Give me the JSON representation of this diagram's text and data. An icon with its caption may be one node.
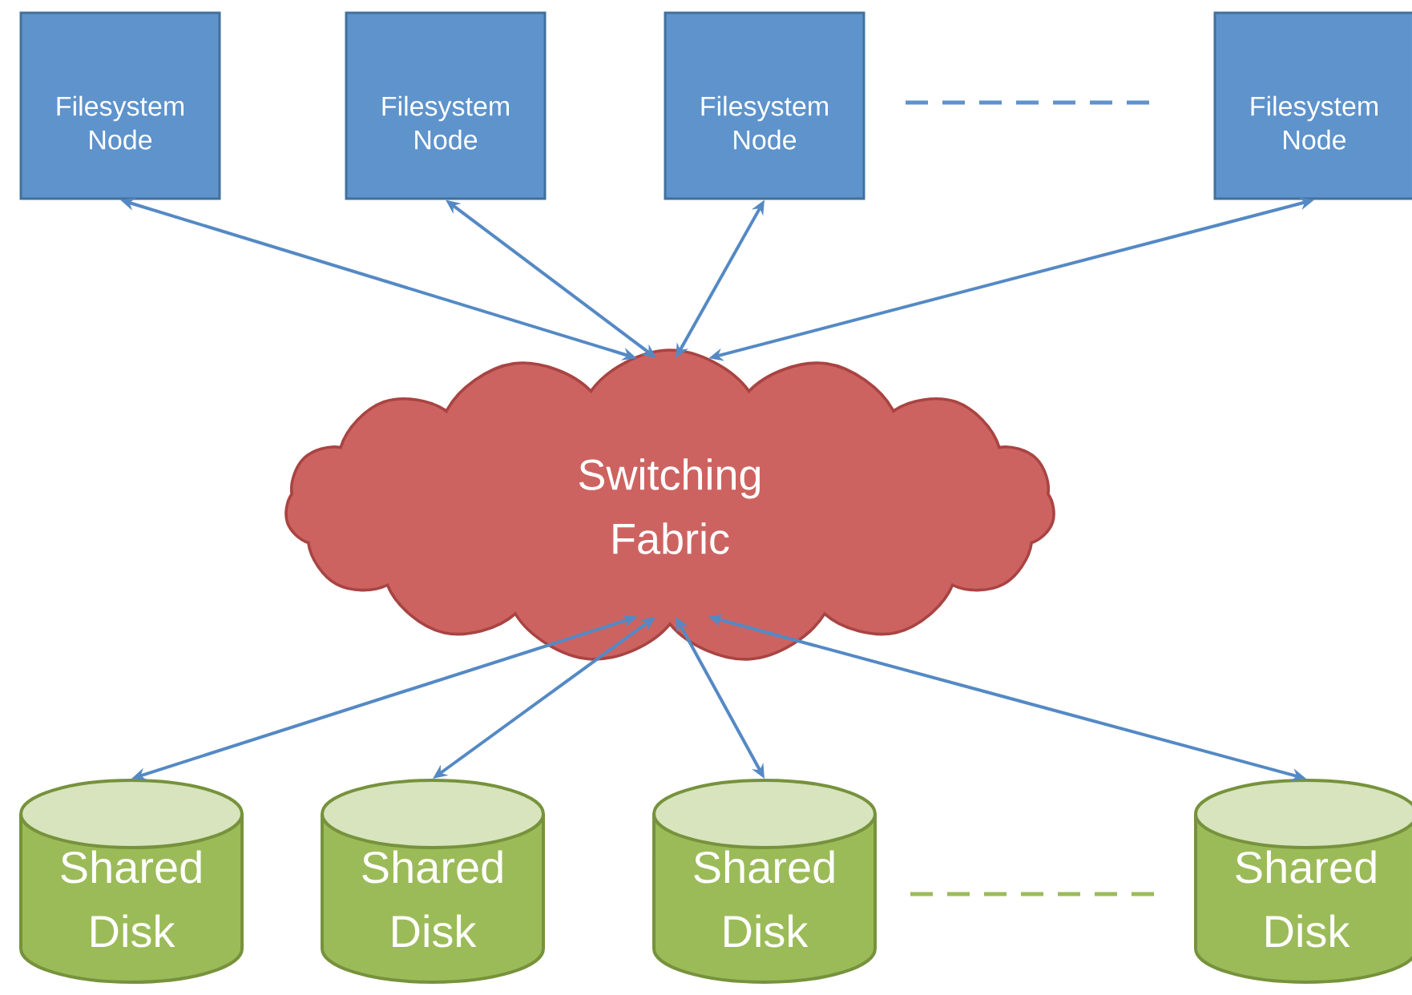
{
  "diagram": {
    "nodes": [
      {
        "text": [
          "Filesystem Node"
        ]
      },
      {
        "text": [
          "Filesystem Node"
        ]
      },
      {
        "text": [
          "Filesystem Node"
        ]
      },
      {
        "text": [
          "Filesystem Node"
        ]
      },
      {
        "text": [
          "Switching Fabric"
        ]
      },
      {
        "text": [
          "Shared Disk"
        ]
      },
      {
        "text": [
          "Shared Disk"
        ]
      },
      {
        "text": [
          "Shared Disk"
        ]
      },
      {
        "text": [
          "Shared Disk"
        ]
      }
    ],
    "edges": [
      {
        "from": 0,
        "to": 4,
        "arrow": "both"
      },
      {
        "from": 1,
        "to": 4,
        "arrow": "both"
      },
      {
        "from": 2,
        "to": 4,
        "arrow": "both"
      },
      {
        "from": 3,
        "to": 4,
        "arrow": "both"
      },
      {
        "from": 4,
        "to": 5,
        "arrow": "both"
      },
      {
        "from": 4,
        "to": 6,
        "arrow": "both"
      },
      {
        "from": 4,
        "to": 7,
        "arrow": "both"
      },
      {
        "from": 4,
        "to": 8,
        "arrow": "both"
      }
    ]
  }
}
